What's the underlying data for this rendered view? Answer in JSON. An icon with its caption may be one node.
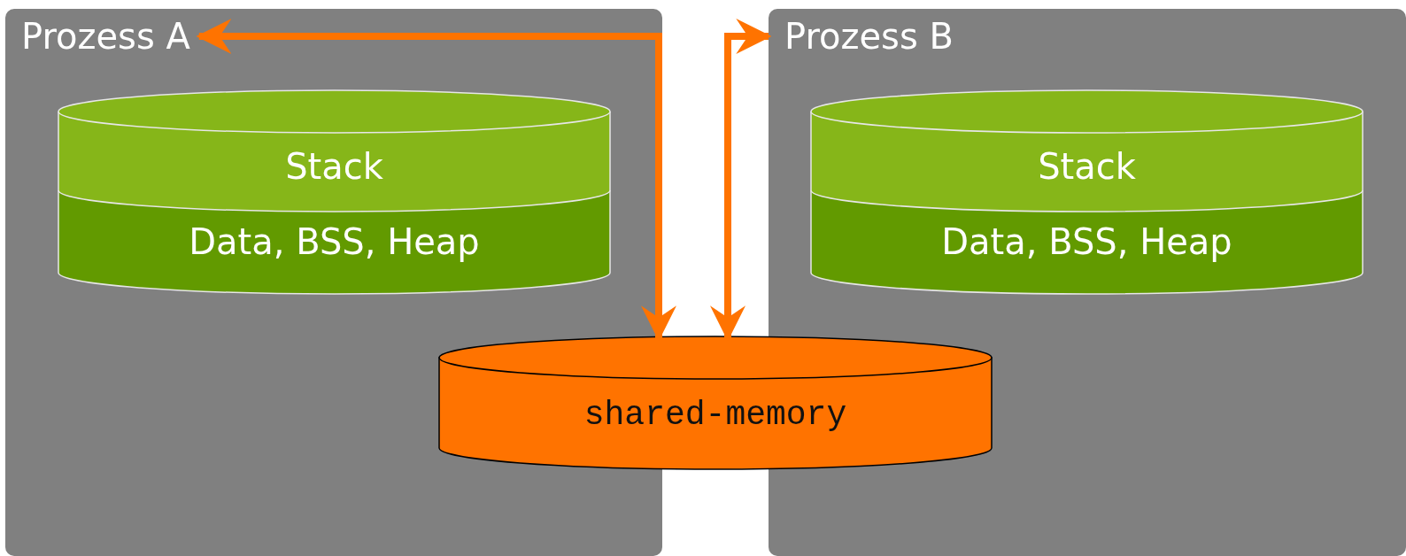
{
  "diagram": {
    "nodes": [
      {
        "text": [
          "Prozess A"
        ]
      },
      {
        "text": [
          "Stack",
          "Data, BSS, Heap"
        ],
        "in": 0
      },
      {
        "text": [
          "Prozess B"
        ]
      },
      {
        "text": [
          "Stack",
          "Data, BSS, Heap"
        ],
        "in": 2
      },
      {
        "text": [
          "shared-memory"
        ]
      }
    ],
    "edges": [
      {
        "from": 0,
        "to": 4,
        "arrow": "both",
        "color": "#ff7300"
      },
      {
        "from": 2,
        "to": 4,
        "arrow": "both",
        "color": "#ff7300"
      }
    ]
  }
}
